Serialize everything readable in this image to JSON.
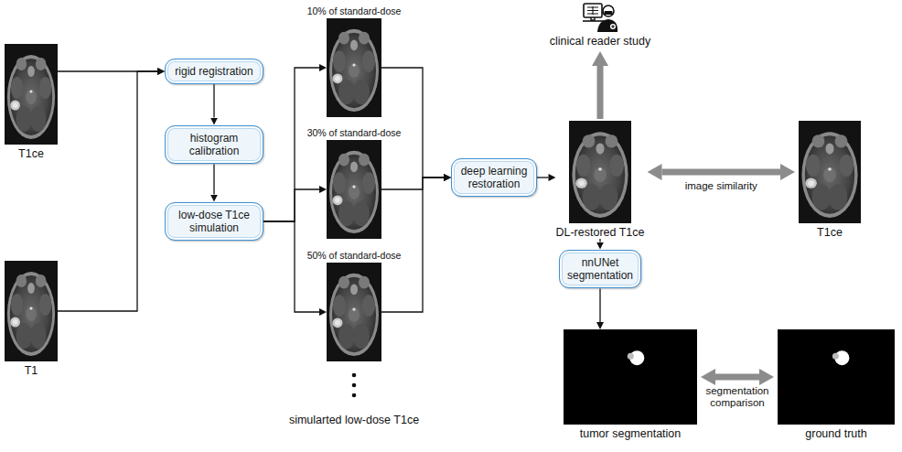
{
  "diagram": {
    "nodes": [
      {
        "text": [
          "T1ce"
        ]
      },
      {
        "text": [
          "T1"
        ]
      },
      {
        "text": [
          "rigid registration"
        ]
      },
      {
        "text": [
          "histogram calibration"
        ]
      },
      {
        "text": [
          "low-dose T1ce simulation"
        ]
      },
      {
        "text": [
          "10% of standard-dose"
        ]
      },
      {
        "text": [
          "30% of standard-dose"
        ]
      },
      {
        "text": [
          "50% of standard-dose"
        ]
      },
      {
        "text": [
          "deep learning restoration"
        ]
      },
      {
        "text": [
          "clinical reader study"
        ]
      },
      {
        "text": [
          "DL-restored T1ce"
        ]
      },
      {
        "text": [
          "T1ce"
        ]
      },
      {
        "text": [
          "nnUNet segmentation"
        ]
      },
      {
        "text": [
          "tumor segmentation"
        ]
      },
      {
        "text": [
          "ground truth"
        ]
      }
    ],
    "edges": [
      {
        "from": 0,
        "to": 2,
        "arrow": "to"
      },
      {
        "from": 1,
        "to": 2,
        "arrow": "to"
      },
      {
        "from": 2,
        "to": 3,
        "arrow": "to"
      },
      {
        "from": 3,
        "to": 4,
        "arrow": "to"
      },
      {
        "from": 4,
        "to": 5,
        "arrow": "to"
      },
      {
        "from": 4,
        "to": 6,
        "arrow": "to"
      },
      {
        "from": 4,
        "to": 7,
        "arrow": "to"
      },
      {
        "from": 5,
        "to": 8,
        "arrow": "to"
      },
      {
        "from": 6,
        "to": 8,
        "arrow": "to"
      },
      {
        "from": 7,
        "to": 8,
        "arrow": "to"
      },
      {
        "from": 8,
        "to": 10,
        "arrow": "to"
      },
      {
        "from": 10,
        "to": 9,
        "arrow": "to"
      },
      {
        "from": 10,
        "to": 11,
        "label": "image similarity",
        "arrow": "both"
      },
      {
        "from": 10,
        "to": 12,
        "arrow": "to"
      },
      {
        "from": 12,
        "to": 13,
        "arrow": "to"
      },
      {
        "from": 13,
        "to": 14,
        "label": "segmentation comparison",
        "arrow": "both"
      }
    ],
    "labels": [
      "simularted low-dose T1ce"
    ]
  }
}
